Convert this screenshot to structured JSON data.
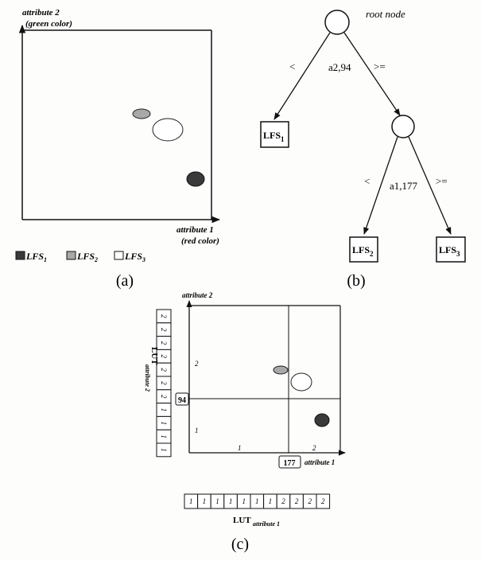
{
  "panel_a": {
    "y_axis_label": "attribute 2",
    "y_axis_sublabel": "(green color)",
    "x_axis_label": "attribute 1",
    "x_axis_sublabel": "(red color)",
    "clusters": [
      {
        "name": "LFS1",
        "fill": "#3a3a3a"
      },
      {
        "name": "LFS2",
        "fill": "#a8a8a8"
      },
      {
        "name": "LFS3",
        "fill": "#ffffff"
      }
    ],
    "legend": [
      {
        "base": "LFS",
        "sub": "1",
        "fill": "#3a3a3a"
      },
      {
        "base": "LFS",
        "sub": "2",
        "fill": "#a8a8a8"
      },
      {
        "base": "LFS",
        "sub": "3",
        "fill": "#ffffff"
      }
    ],
    "caption": "(a)"
  },
  "panel_b": {
    "root_label": "root node",
    "root_split": "a2,94",
    "root_left_op": "<",
    "root_right_op": ">=",
    "inner_split": "a1,177",
    "inner_left_op": "<",
    "inner_right_op": ">=",
    "leaves": [
      {
        "base": "LFS",
        "sub": "1"
      },
      {
        "base": "LFS",
        "sub": "2"
      },
      {
        "base": "LFS",
        "sub": "3"
      }
    ],
    "caption": "(b)"
  },
  "panel_c": {
    "y_axis_label": "attribute 2",
    "x_axis_label": "attribute 1",
    "x_threshold": "177",
    "y_threshold": "94",
    "region_labels": {
      "y_upper": "2",
      "y_lower": "1",
      "x_left": "1",
      "x_right": "2"
    },
    "lut_attr2_title": "LUT",
    "lut_attr2_sub": "attribute 2",
    "lut_attr2_cells": [
      "2",
      "2",
      "2",
      "2",
      "2",
      "2",
      "2",
      "1",
      "1",
      "1",
      "1"
    ],
    "lut_attr1_title": "LUT",
    "lut_attr1_sub": "attribute 1",
    "lut_attr1_cells": [
      "1",
      "1",
      "1",
      "1",
      "1",
      "1",
      "1",
      "2",
      "2",
      "2",
      "2"
    ],
    "caption": "(c)"
  }
}
